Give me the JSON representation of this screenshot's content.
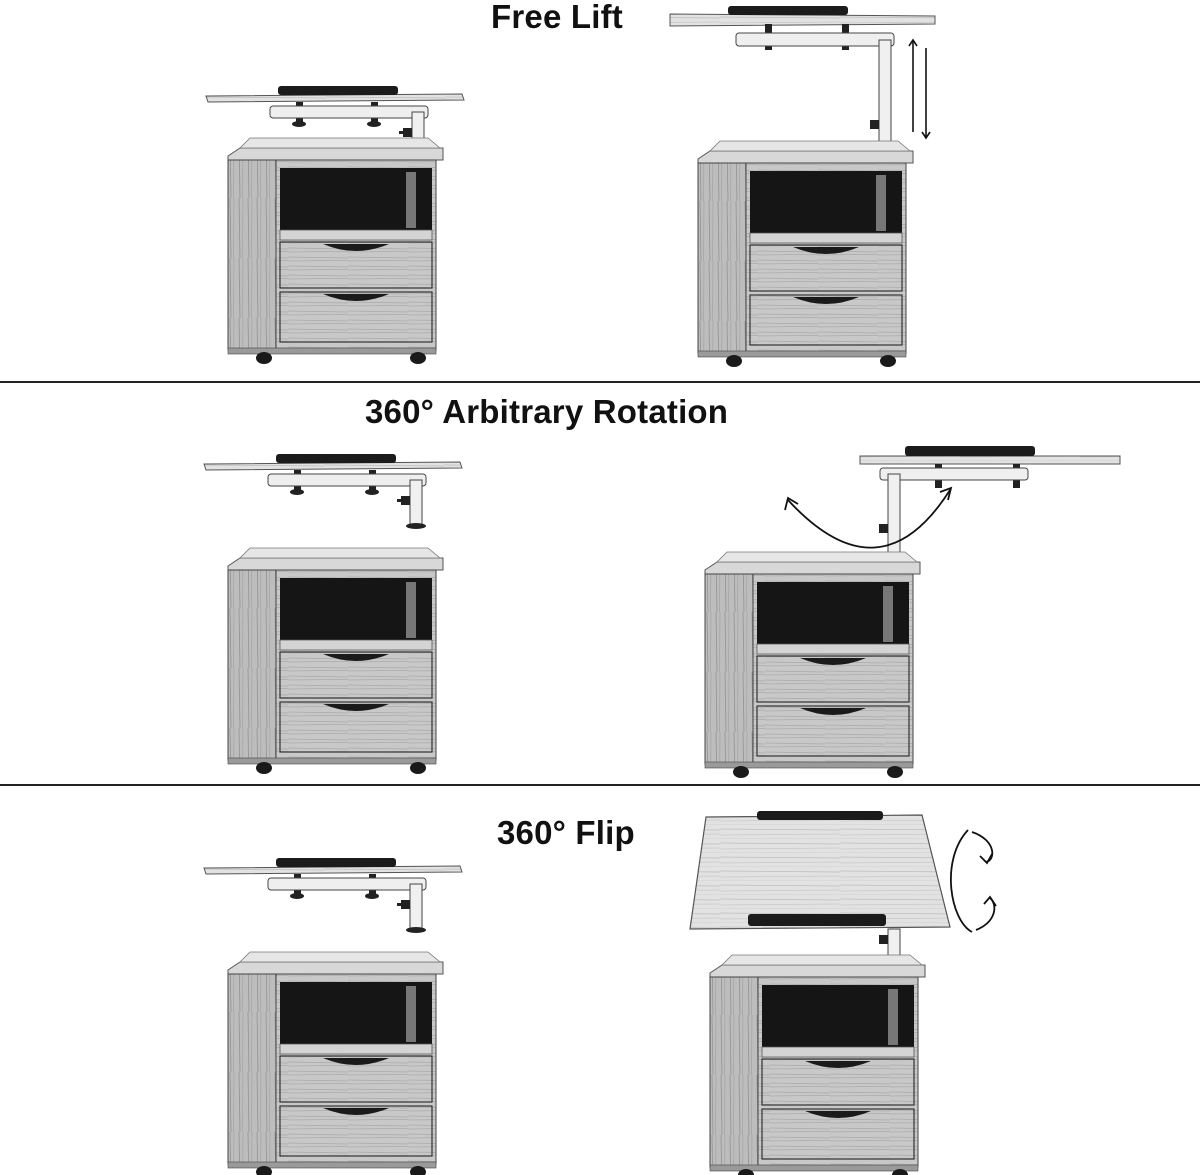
{
  "sections": [
    {
      "title": "Free Lift"
    },
    {
      "title": "360° Arbitrary Rotation"
    },
    {
      "title": "360° Flip"
    }
  ],
  "colors": {
    "ink": "#111111",
    "wood_light": "#cfcfcf",
    "wood_mid": "#b3b3b3",
    "wood_dark": "#8e8e8e",
    "shadow": "#161616",
    "divider": "#222222"
  },
  "icons": {
    "lift": "up-down-arrows-icon",
    "rotate": "curved-rotation-arrow-icon",
    "flip": "circular-flip-arrow-icon"
  }
}
